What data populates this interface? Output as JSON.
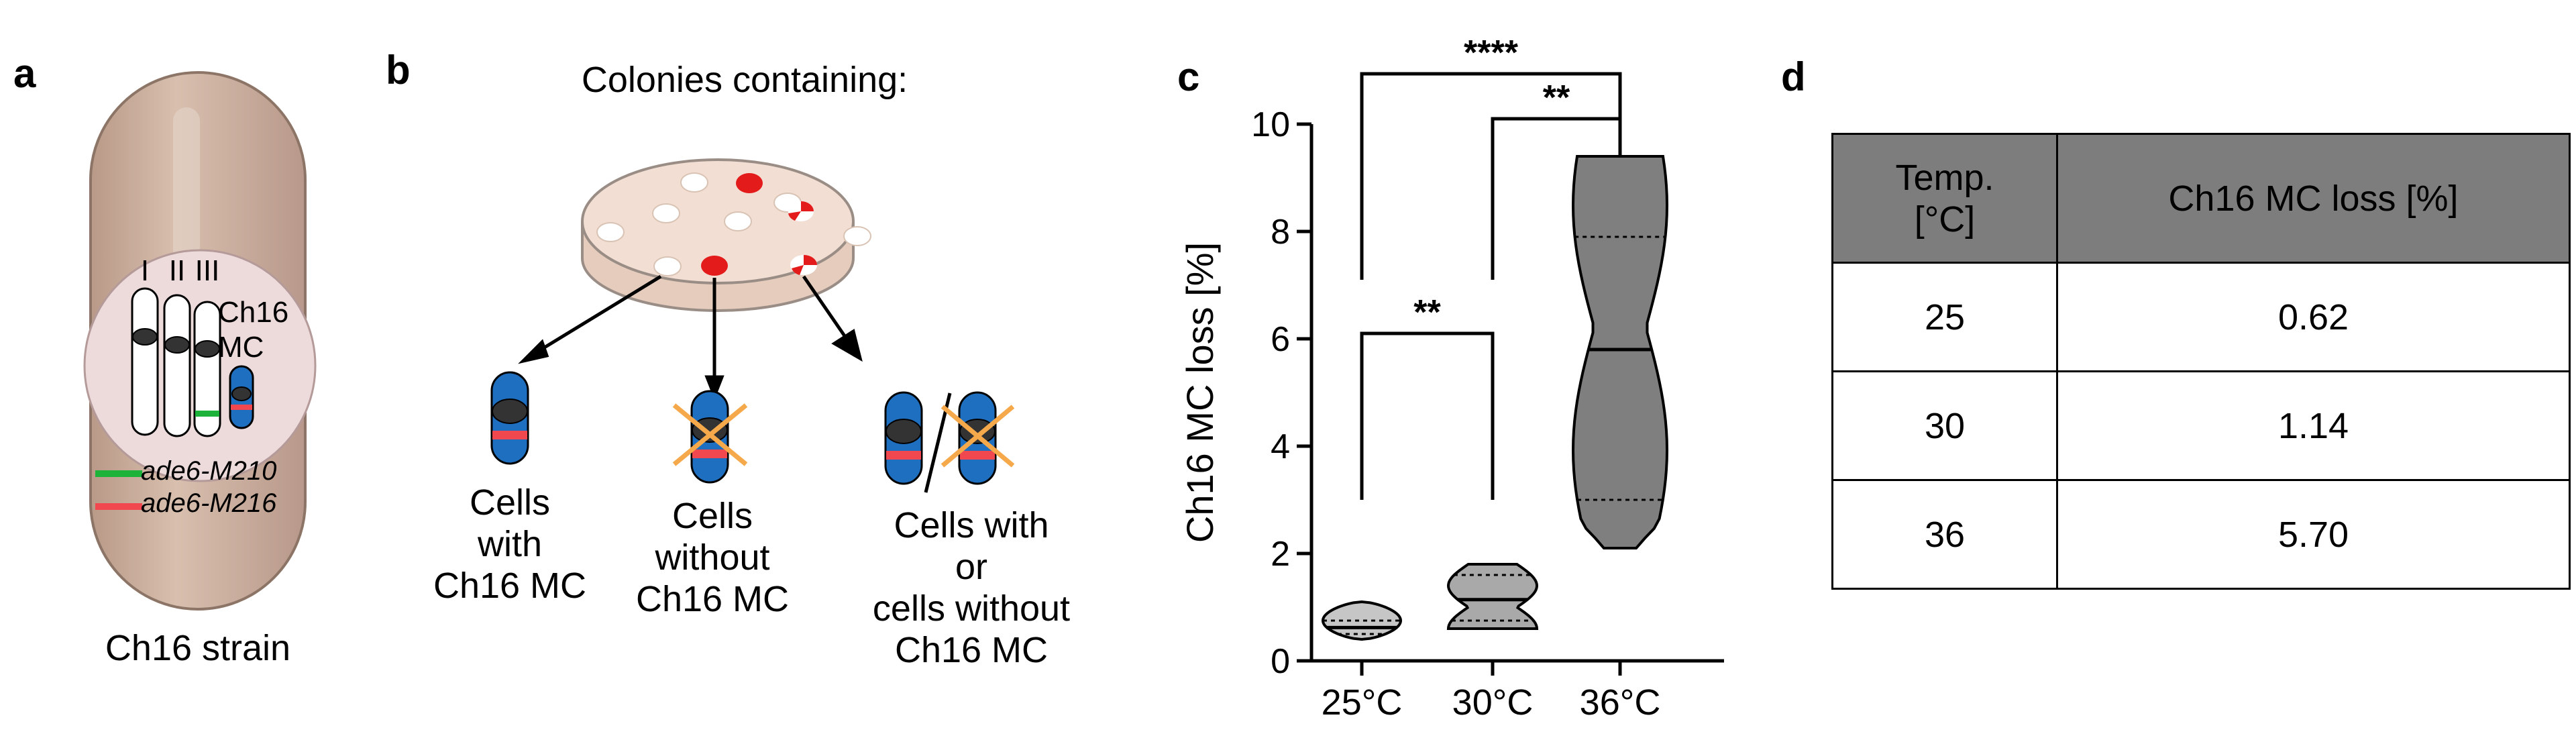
{
  "panels": {
    "a": "a",
    "b": "b",
    "c": "c",
    "d": "d"
  },
  "panel_a": {
    "chromosome_labels": [
      "I",
      "II",
      "III"
    ],
    "minichromosome_label": "Ch16\nMC",
    "legend": [
      {
        "label": "ade6-M210",
        "color": "#1db33a"
      },
      {
        "label": "ade6-M216",
        "color": "#f0484e"
      }
    ],
    "caption": "Ch16 strain",
    "colors": {
      "cell": "#c9ad9b",
      "nucleus": "#eddada",
      "chromosome": "#ffffff",
      "mc_blue": "#1f6fc0"
    }
  },
  "panel_b": {
    "title": "Colonies containing:",
    "outcomes": [
      {
        "label": "Cells\nwith\nCh16 MC"
      },
      {
        "label": "Cells\nwithout\nCh16 MC"
      },
      {
        "label": "Cells with\nor\ncells without\nCh16 MC"
      }
    ],
    "colors": {
      "plate": "#f2ded2",
      "red_colony": "#e31b1b",
      "white_colony": "#ffffff",
      "cross": "#f5a94a"
    }
  },
  "panel_c": {
    "chart_data": {
      "type": "violin",
      "ylabel": "Ch16 MC loss [%]",
      "ylim": [
        0,
        10
      ],
      "yticks": [
        "0",
        "2",
        "4",
        "6",
        "8",
        "10"
      ],
      "categories": [
        "25°C",
        "30°C",
        "36°C"
      ],
      "median": [
        0.62,
        1.14,
        5.8
      ],
      "q1": [
        0.5,
        0.75,
        3.0
      ],
      "q3": [
        0.75,
        1.6,
        7.9
      ],
      "min": [
        0.4,
        0.6,
        2.1
      ],
      "max": [
        1.1,
        1.8,
        9.4
      ],
      "colors": [
        "#c6c6c6",
        "#a9a9a9",
        "#7f7f7f"
      ],
      "significance": [
        {
          "from": 0,
          "to": 1,
          "label": "**"
        },
        {
          "from": 1,
          "to": 2,
          "label": "**"
        },
        {
          "from": 0,
          "to": 2,
          "label": "****"
        }
      ]
    }
  },
  "panel_d": {
    "headers": [
      "Temp.\n[°C]",
      "Ch16 MC loss [%]"
    ],
    "rows": [
      [
        "25",
        "0.62"
      ],
      [
        "30",
        "1.14"
      ],
      [
        "36",
        "5.70"
      ]
    ],
    "header_color": "#7d7d7d"
  }
}
